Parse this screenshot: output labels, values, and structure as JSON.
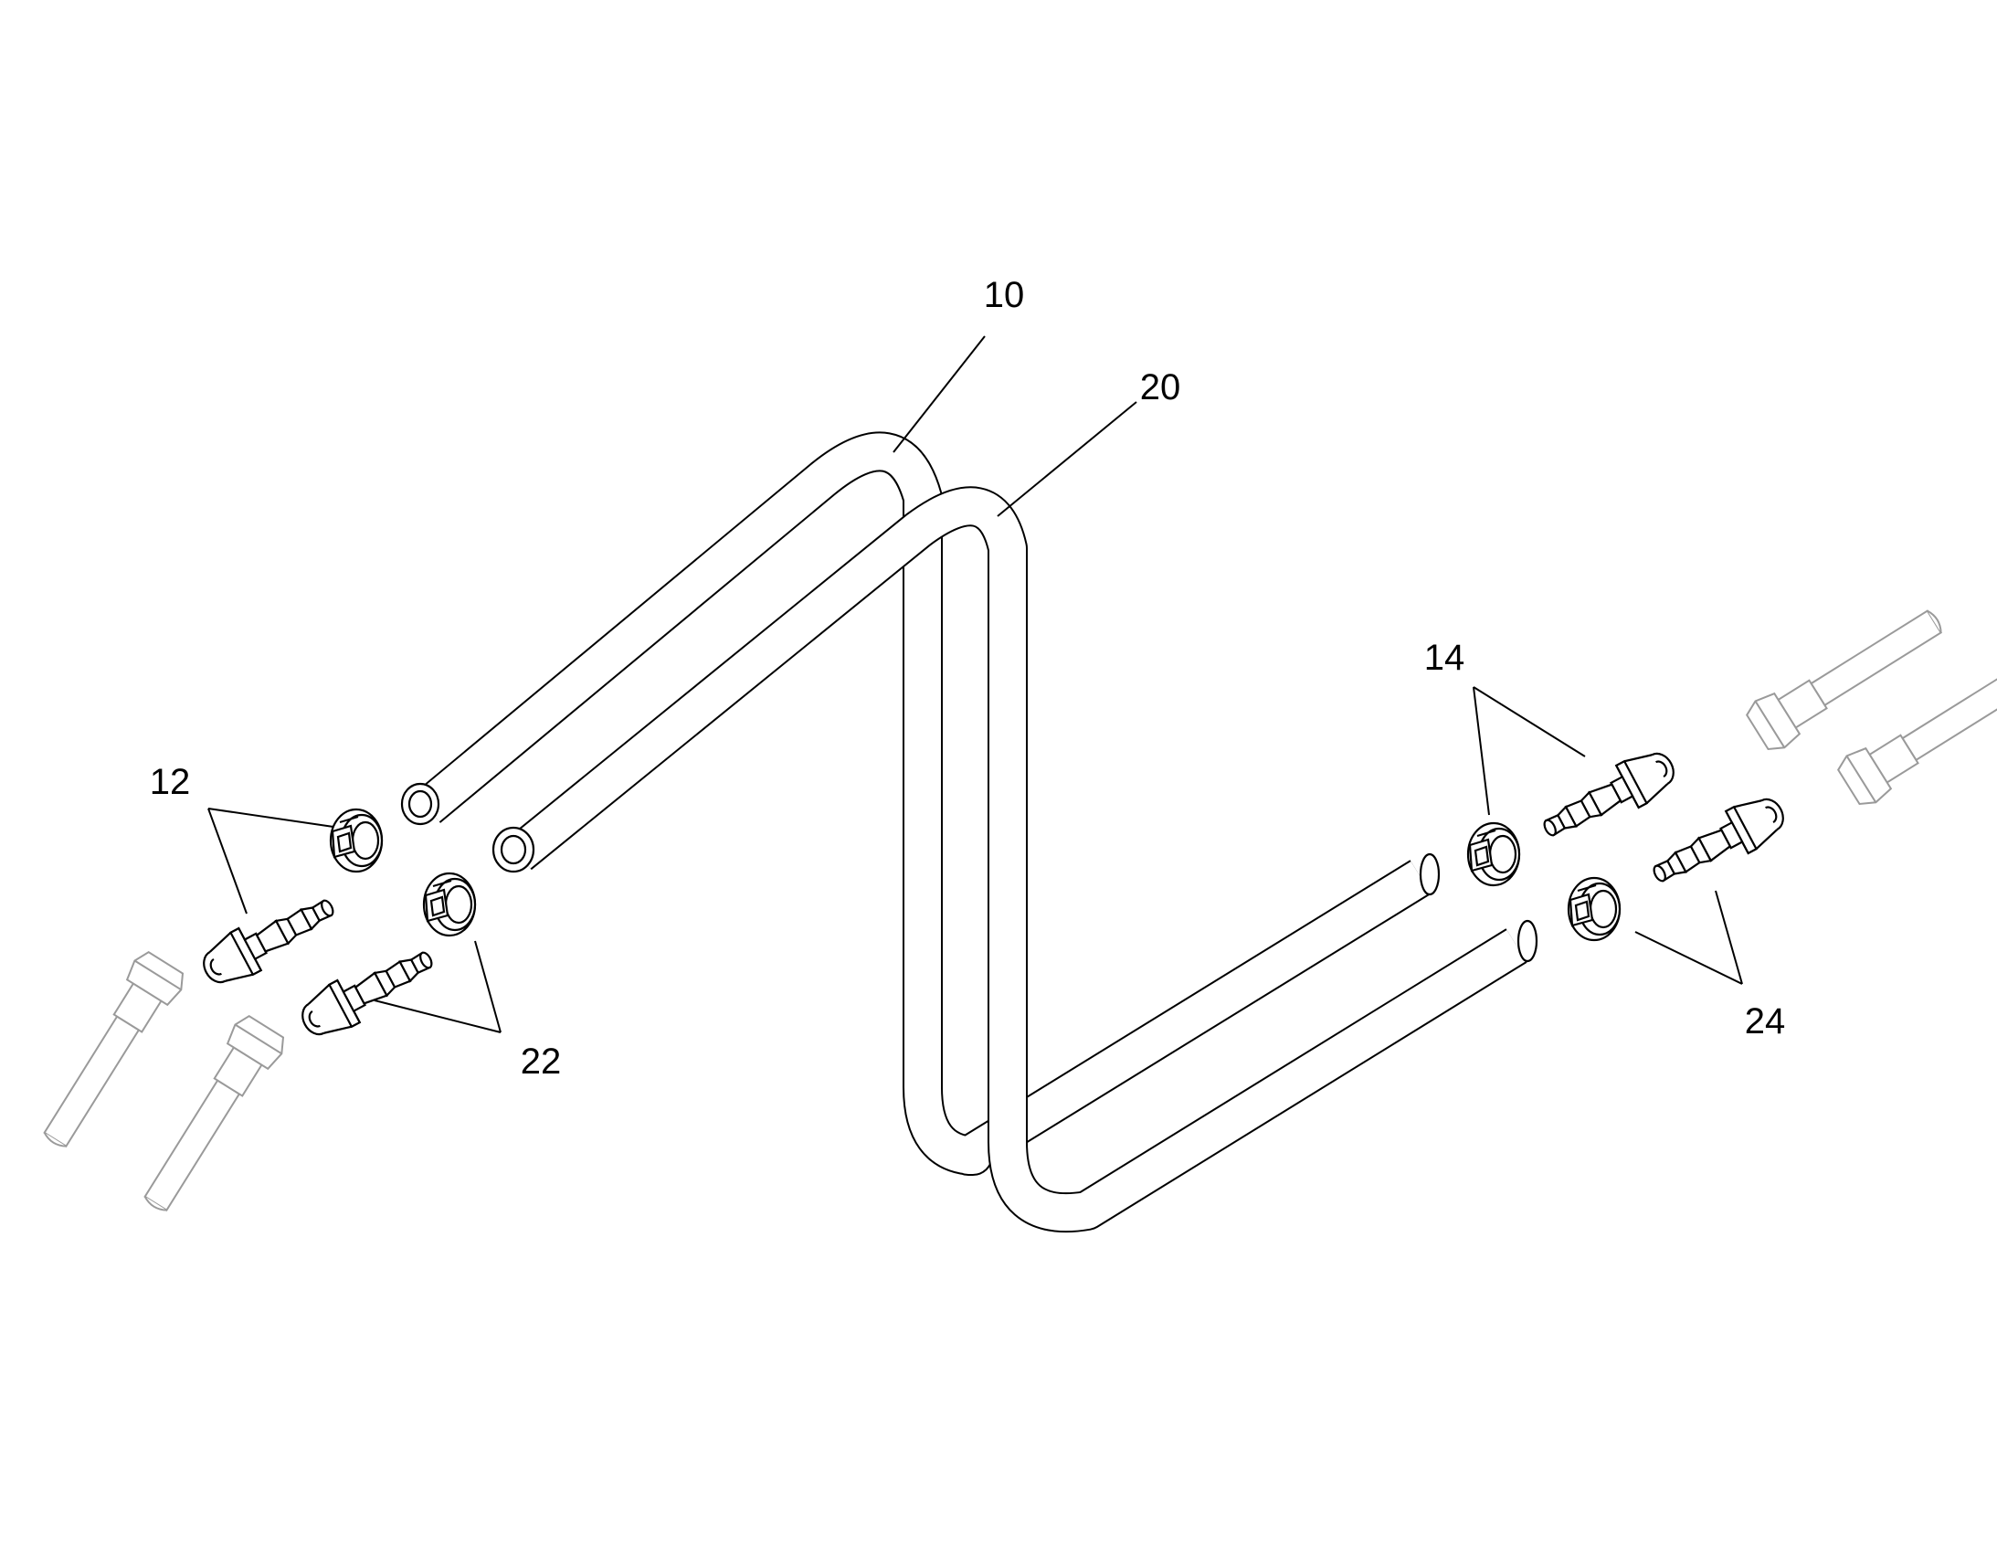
{
  "callouts": {
    "hose_1": "10",
    "hose_2": "20",
    "fittings_left_1": "12",
    "fittings_left_2": "22",
    "fittings_right_1": "14",
    "fittings_right_2": "24"
  }
}
